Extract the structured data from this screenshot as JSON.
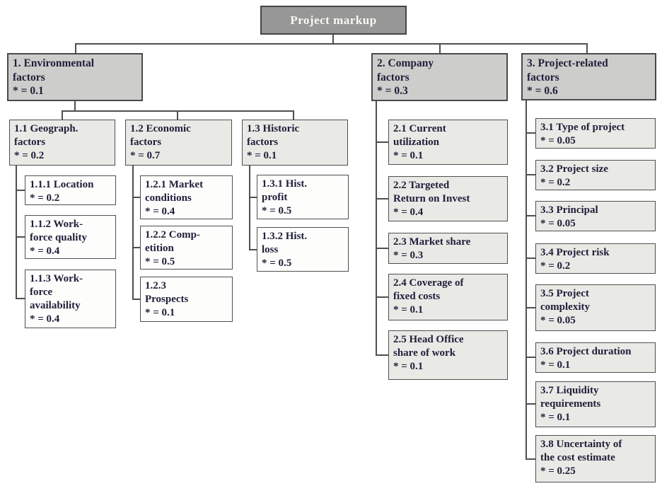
{
  "nodes": {
    "root": {
      "text": "Project markup"
    },
    "n1": {
      "text": "1. Environmental\nfactors\n* = 0.1"
    },
    "n2": {
      "text": "2. Company\nfactors\n* = 0.3"
    },
    "n3": {
      "text": "3. Project-related\nfactors\n* = 0.6"
    },
    "n11": {
      "text": "1.1 Geograph.\nfactors\n* = 0.2"
    },
    "n12": {
      "text": "1.2 Economic\nfactors\n* = 0.7"
    },
    "n13": {
      "text": "1.3 Historic\nfactors\n* = 0.1"
    },
    "n111": {
      "text": "1.1.1 Location\n* = 0.2"
    },
    "n112": {
      "text": "1.1.2 Work-\nforce quality\n* = 0.4"
    },
    "n113": {
      "text": "1.1.3 Work-\nforce\navailability\n* = 0.4"
    },
    "n121": {
      "text": "1.2.1 Market\nconditions\n* = 0.4"
    },
    "n122": {
      "text": "1.2.2 Comp-\netition\n* = 0.5"
    },
    "n123": {
      "text": "1.2.3\nProspects\n* = 0.1"
    },
    "n131": {
      "text": "1.3.1 Hist.\nprofit\n* = 0.5"
    },
    "n132": {
      "text": "1.3.2 Hist.\nloss\n* = 0.5"
    },
    "n21": {
      "text": "2.1 Current\nutilization\n* = 0.1"
    },
    "n22": {
      "text": "2.2 Targeted\nReturn on Invest\n* = 0.4"
    },
    "n23": {
      "text": "2.3 Market share\n* = 0.3"
    },
    "n24": {
      "text": "2.4 Coverage of\nfixed costs\n* = 0.1"
    },
    "n25": {
      "text": "2.5 Head Office\nshare of work\n* = 0.1"
    },
    "n31": {
      "text": "3.1 Type of project\n* = 0.05"
    },
    "n32": {
      "text": "3.2 Project size\n* = 0.2"
    },
    "n33": {
      "text": "3.3 Principal\n* = 0.05"
    },
    "n34": {
      "text": "3.4 Project risk\n* = 0.2"
    },
    "n35": {
      "text": "3.5 Project\ncomplexity\n* = 0.05"
    },
    "n36": {
      "text": "3.6 Project duration\n* = 0.1"
    },
    "n37": {
      "text": "3.7 Liquidity\nrequirements\n* = 0.1"
    },
    "n38": {
      "text": "3.8 Uncertainty of\nthe cost estimate\n* = 0.25"
    }
  }
}
